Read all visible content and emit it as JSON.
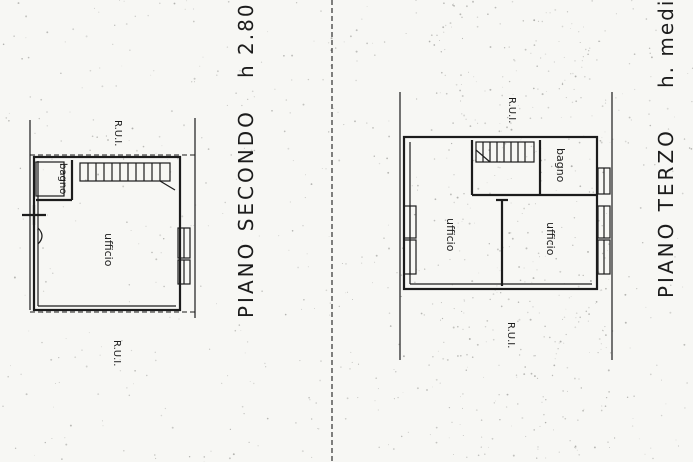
{
  "colors": {
    "paper": "#f7f7f4",
    "ink": "#1c1c1c"
  },
  "plan_second": {
    "title": "PIANO SECONDO",
    "height_label": "h 2.80",
    "rooms": {
      "office": "ufficio",
      "bath": "bagno"
    },
    "adjacent_top": "R.U.I.",
    "adjacent_bottom": "R.U.I."
  },
  "plan_third": {
    "title": "PIANO TERZO",
    "height_label": "h. medi",
    "rooms": {
      "office_left": "ufficio",
      "office_right": "ufficio",
      "bath": "bagno"
    },
    "adjacent_top": "R.U.I.",
    "adjacent_bottom": "R.U.I."
  }
}
